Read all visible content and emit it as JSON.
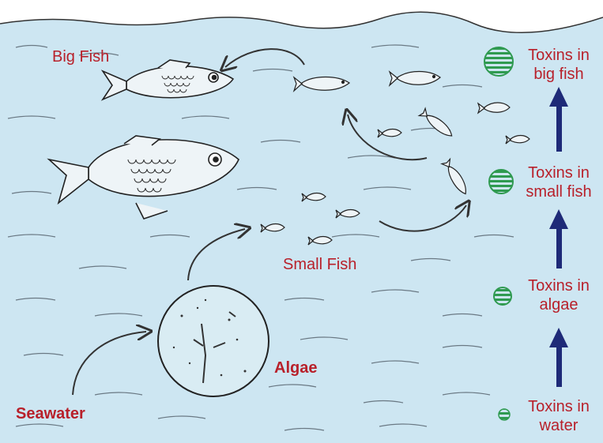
{
  "labels": {
    "big_fish": "Big Fish",
    "small_fish": "Small Fish",
    "algae": "Algae",
    "seawater": "Seawater"
  },
  "levels": [
    {
      "line1": "Toxins in",
      "line2": "big fish"
    },
    {
      "line1": "Toxins in",
      "line2": "small fish"
    },
    {
      "line1": "Toxins in",
      "line2": "algae"
    },
    {
      "line1": "Toxins in",
      "line2": "water"
    }
  ],
  "colors": {
    "label": "#b8202a",
    "arrow": "#1e2a78",
    "water": "#cde6f2",
    "toxin_dot": "#2f9a50"
  },
  "icons": [
    "fish-icon",
    "algae-cell-icon",
    "up-arrow-icon",
    "curved-arrow-icon",
    "toxin-dot-icon"
  ]
}
